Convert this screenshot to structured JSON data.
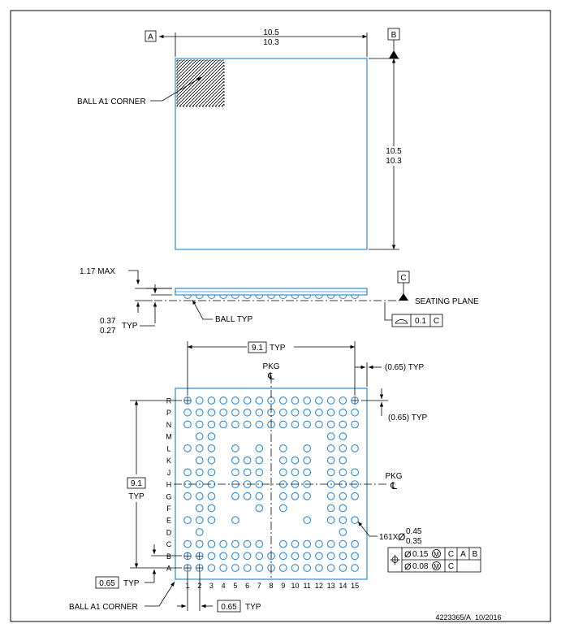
{
  "datums": {
    "a": "A",
    "b": "B",
    "c": "C"
  },
  "top_view": {
    "width_max": "10.5",
    "width_min": "10.3",
    "height_max": "10.5",
    "height_min": "10.3",
    "ball_a1_corner_label": "BALL A1 CORNER"
  },
  "side_view": {
    "height_max_label": "1.17 MAX",
    "ball_height_max": "0.37",
    "ball_height_min": "0.27",
    "ball_height_typ": "TYP",
    "ball_label": "BALL TYP",
    "seating_plane_label": "SEATING PLANE",
    "flatness_value": "0.1",
    "flatness_datum": "C"
  },
  "bottom_view": {
    "span_value": "9.1",
    "typ": "TYP",
    "pkg_label": "PKG",
    "centerline_symbol": "℄",
    "corner_offset": "(0.65) TYP",
    "pitch_value": "0.65",
    "ball_count_prefix": "161X",
    "ball_diameter_max": "0.45",
    "ball_diameter_min": "0.35",
    "fcf_1_tol": "0.15",
    "fcf_1_d1": "C",
    "fcf_1_d2": "A",
    "fcf_1_d3": "B",
    "fcf_2_tol": "0.08",
    "fcf_2_d1": "C",
    "diameter_symbol": "Ø",
    "mmc_symbol": "M",
    "ball_a1_corner_label": "BALL A1 CORNER",
    "rows": [
      "R",
      "P",
      "N",
      "M",
      "L",
      "K",
      "J",
      "H",
      "G",
      "F",
      "E",
      "D",
      "C",
      "B",
      "A"
    ],
    "cols": [
      "1",
      "2",
      "3",
      "4",
      "5",
      "6",
      "7",
      "8",
      "9",
      "10",
      "11",
      "12",
      "13",
      "14",
      "15"
    ],
    "ball_map": [
      "111111111111111",
      "111111111111111",
      "111111111111111",
      "011000000000110",
      "111010101010111",
      "011011101110110",
      "111011101110111",
      "111011101110111",
      "111011101110111",
      "011000101000110",
      "111010000010111",
      "010000000000010",
      "111111101111111",
      "111111111111111",
      "111111111111111"
    ]
  },
  "colors": {
    "outline": "#2E8BD6",
    "ink": "#000000"
  },
  "footer": {
    "drawing_id": "4223365/A",
    "date": "10/2016"
  }
}
